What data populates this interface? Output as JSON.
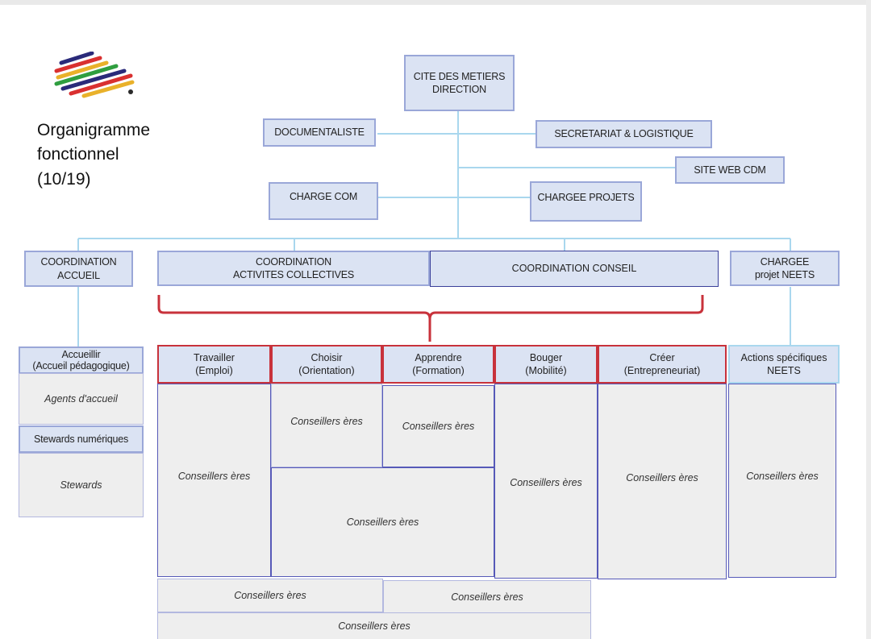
{
  "title": {
    "line1": "Organigramme",
    "line2": "fonctionnel",
    "line3": "(10/19)"
  },
  "direction": {
    "line1": "CITE DES METIERS",
    "line2": "DIRECTION"
  },
  "staff": {
    "documentaliste": "DOCUMENTALISTE",
    "secretariat": "SECRETARIAT & LOGISTIQUE",
    "site_web": "SITE WEB CDM",
    "charge_com": "CHARGE COM",
    "chargee_projets": "CHARGEE PROJETS"
  },
  "coordinations": {
    "accueil": {
      "line1": "COORDINATION",
      "line2": "ACCUEIL"
    },
    "activites": {
      "line1": "COORDINATION",
      "line2": "ACTIVITES COLLECTIVES"
    },
    "conseil": "COORDINATION CONSEIL",
    "neets": {
      "line1": "CHARGEE",
      "line2": "projet NEETS"
    }
  },
  "accueil_column": {
    "header": {
      "line1": "Accueillir",
      "line2": "(Accueil pédagogique)"
    },
    "agents": "Agents d'accueil",
    "stewards_num": "Stewards numériques",
    "stewards": "Stewards"
  },
  "poles": [
    {
      "line1": "Travailler",
      "line2": "(Emploi)"
    },
    {
      "line1": "Choisir",
      "line2": "(Orientation)"
    },
    {
      "line1": "Apprendre",
      "line2": "(Formation)"
    },
    {
      "line1": "Bouger",
      "line2": "(Mobilité)"
    },
    {
      "line1": "Créer",
      "line2": "(Entrepreneuriat)"
    }
  ],
  "actions": {
    "line1": "Actions spécifiques",
    "line2": "NEETS"
  },
  "conseillers_label": "Conseillers ères",
  "colors": {
    "navy_border": "#3a3f9a",
    "red_border": "#c8323b",
    "cyan_border": "#a9d7ee",
    "box_fill": "#dbe3f3",
    "cell_fill": "#eeeeee",
    "line": "#a9d7ee"
  }
}
